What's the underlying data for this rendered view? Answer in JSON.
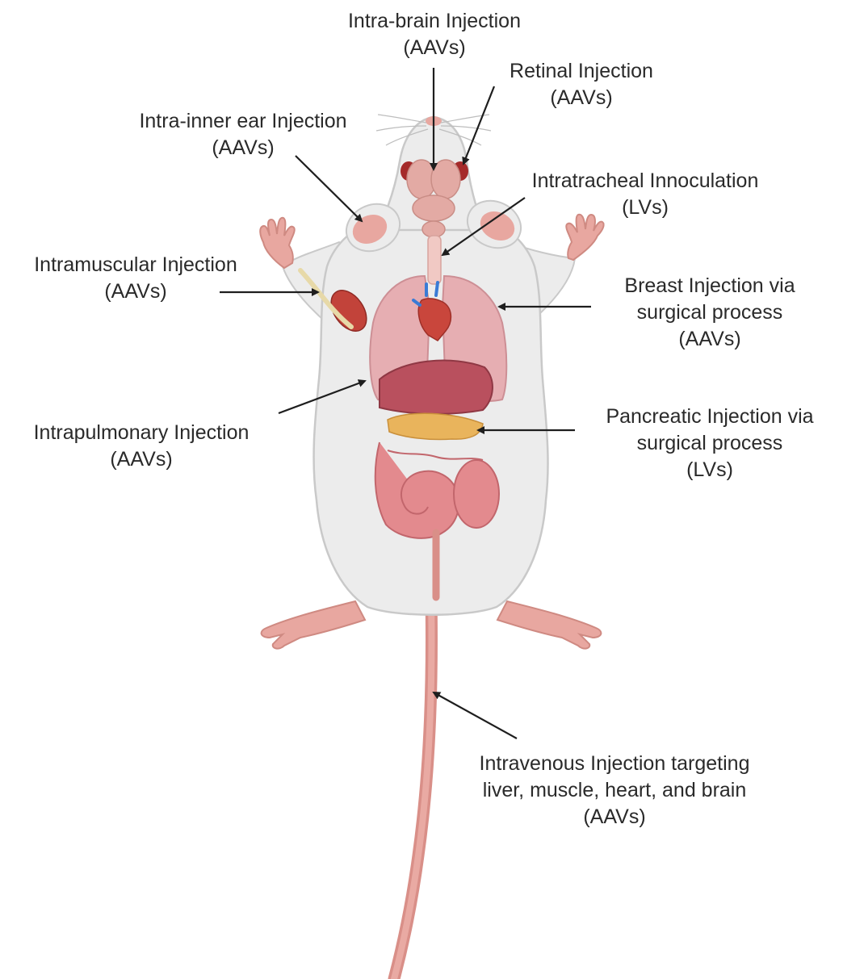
{
  "colors": {
    "body_fill": "#ececec",
    "body_outline": "#c9c9c9",
    "skin_pink": "#e8a7a0",
    "lung": "#e6aeb2",
    "liver": "#b9505e",
    "intestine": "#e38a8e",
    "pancreas": "#e9b45c",
    "heart": "#c9463c",
    "arrow": "#1e1e1e"
  },
  "labels": {
    "brain": {
      "line1": "Intra-brain Injection",
      "line2": "(AAVs)"
    },
    "retinal": {
      "line1": "Retinal Injection",
      "line2": "(AAVs)"
    },
    "ear": {
      "line1": "Intra-inner ear Injection",
      "line2": "(AAVs)"
    },
    "tracheal": {
      "line1": "Intratracheal Innoculation",
      "line2": "(LVs)"
    },
    "muscular": {
      "line1": "Intramuscular Injection",
      "line2": "(AAVs)"
    },
    "breast": {
      "line1": "Breast Injection via",
      "line2": "surgical process",
      "line3": "(AAVs)"
    },
    "pulmonary": {
      "line1": "Intrapulmonary Injection",
      "line2": "(AAVs)"
    },
    "pancreatic": {
      "line1": "Pancreatic Injection via",
      "line2": "surgical process",
      "line3": "(LVs)"
    },
    "venous": {
      "line1": "Intravenous Injection targeting",
      "line2": "liver, muscle, heart, and brain",
      "line3": "(AAVs)"
    }
  }
}
